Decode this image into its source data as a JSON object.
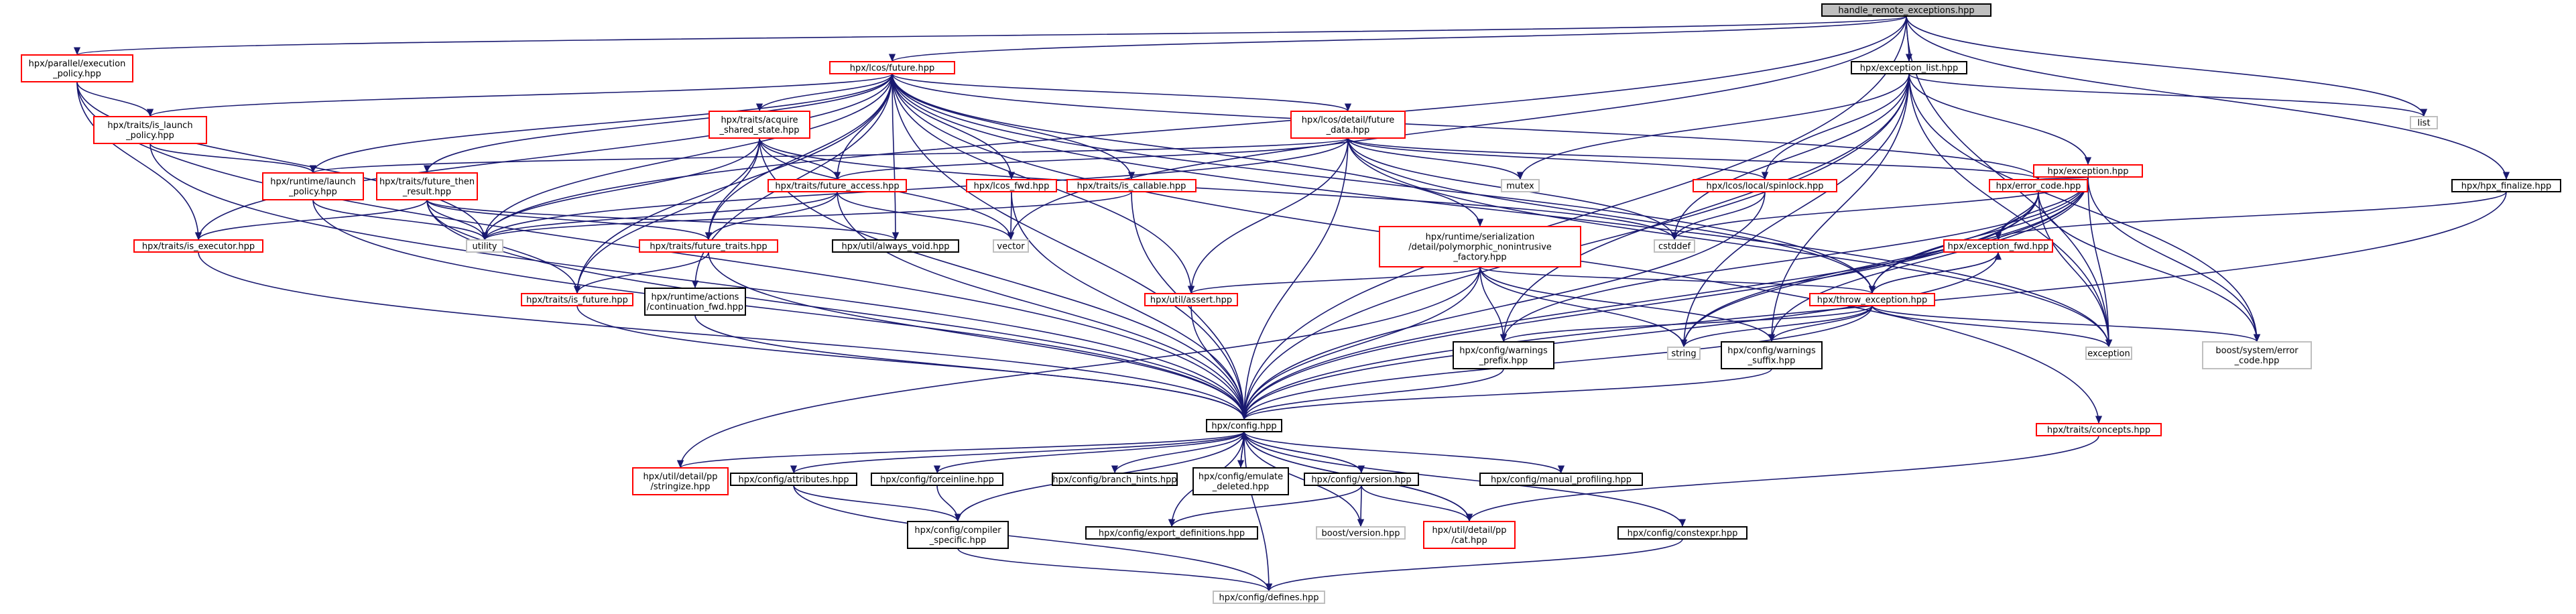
{
  "nodes": [
    {
      "id": "root",
      "lines": [
        "handle_remote_exceptions.hpp"
      ],
      "style": "root"
    },
    {
      "id": "exec_policy",
      "lines": [
        "hpx/parallel/execution",
        "_policy.hpp"
      ],
      "style": "red"
    },
    {
      "id": "future",
      "lines": [
        "hpx/lcos/future.hpp"
      ],
      "style": "red"
    },
    {
      "id": "exception_list",
      "lines": [
        "hpx/exception_list.hpp"
      ],
      "style": "black"
    },
    {
      "id": "list",
      "lines": [
        "list"
      ],
      "style": "grey"
    },
    {
      "id": "is_launch",
      "lines": [
        "hpx/traits/is_launch",
        "_policy.hpp"
      ],
      "style": "red"
    },
    {
      "id": "acquire",
      "lines": [
        "hpx/traits/acquire",
        "_shared_state.hpp"
      ],
      "style": "red"
    },
    {
      "id": "future_data",
      "lines": [
        "hpx/lcos/detail/future",
        "_data.hpp"
      ],
      "style": "red"
    },
    {
      "id": "exception",
      "lines": [
        "hpx/exception.hpp"
      ],
      "style": "red"
    },
    {
      "id": "hpx_finalize",
      "lines": [
        "hpx/hpx_finalize.hpp"
      ],
      "style": "black"
    },
    {
      "id": "launch_policy",
      "lines": [
        "hpx/runtime/launch",
        "_policy.hpp"
      ],
      "style": "red"
    },
    {
      "id": "future_then",
      "lines": [
        "hpx/traits/future_then",
        "_result.hpp"
      ],
      "style": "red"
    },
    {
      "id": "future_access",
      "lines": [
        "hpx/traits/future_access.hpp"
      ],
      "style": "red"
    },
    {
      "id": "lcos_fwd",
      "lines": [
        "hpx/lcos_fwd.hpp"
      ],
      "style": "red"
    },
    {
      "id": "is_callable",
      "lines": [
        "hpx/traits/is_callable.hpp"
      ],
      "style": "red"
    },
    {
      "id": "mutex",
      "lines": [
        "mutex"
      ],
      "style": "grey"
    },
    {
      "id": "spinlock",
      "lines": [
        "hpx/lcos/local/spinlock.hpp"
      ],
      "style": "red"
    },
    {
      "id": "error_code",
      "lines": [
        "hpx/error_code.hpp"
      ],
      "style": "red"
    },
    {
      "id": "utility",
      "lines": [
        "utility"
      ],
      "style": "grey"
    },
    {
      "id": "is_executor",
      "lines": [
        "hpx/traits/is_executor.hpp"
      ],
      "style": "red"
    },
    {
      "id": "future_traits",
      "lines": [
        "hpx/traits/future_traits.hpp"
      ],
      "style": "red"
    },
    {
      "id": "always_void",
      "lines": [
        "hpx/util/always_void.hpp"
      ],
      "style": "black"
    },
    {
      "id": "vector",
      "lines": [
        "vector"
      ],
      "style": "grey"
    },
    {
      "id": "cstddef",
      "lines": [
        "cstddef"
      ],
      "style": "grey"
    },
    {
      "id": "polymorphic",
      "lines": [
        "hpx/runtime/serialization",
        "/detail/polymorphic_nonintrusive",
        "_factory.hpp"
      ],
      "style": "red"
    },
    {
      "id": "exception_fwd",
      "lines": [
        "hpx/exception_fwd.hpp"
      ],
      "style": "red"
    },
    {
      "id": "is_future",
      "lines": [
        "hpx/traits/is_future.hpp"
      ],
      "style": "red"
    },
    {
      "id": "continuation_fwd",
      "lines": [
        "hpx/runtime/actions",
        "/continuation_fwd.hpp"
      ],
      "style": "black"
    },
    {
      "id": "assert",
      "lines": [
        "hpx/util/assert.hpp"
      ],
      "style": "red"
    },
    {
      "id": "throw_exception",
      "lines": [
        "hpx/throw_exception.hpp"
      ],
      "style": "red"
    },
    {
      "id": "warnings_prefix",
      "lines": [
        "hpx/config/warnings",
        "_prefix.hpp"
      ],
      "style": "black"
    },
    {
      "id": "string",
      "lines": [
        "string"
      ],
      "style": "grey"
    },
    {
      "id": "warnings_suffix",
      "lines": [
        "hpx/config/warnings",
        "_suffix.hpp"
      ],
      "style": "black"
    },
    {
      "id": "std_exception",
      "lines": [
        "exception"
      ],
      "style": "grey"
    },
    {
      "id": "boost_error",
      "lines": [
        "boost/system/error",
        "_code.hpp"
      ],
      "style": "grey"
    },
    {
      "id": "config",
      "lines": [
        "hpx/config.hpp"
      ],
      "style": "black"
    },
    {
      "id": "concepts",
      "lines": [
        "hpx/traits/concepts.hpp"
      ],
      "style": "red"
    },
    {
      "id": "stringize",
      "lines": [
        "hpx/util/detail/pp",
        "/stringize.hpp"
      ],
      "style": "red"
    },
    {
      "id": "attributes",
      "lines": [
        "hpx/config/attributes.hpp"
      ],
      "style": "black"
    },
    {
      "id": "forceinline",
      "lines": [
        "hpx/config/forceinline.hpp"
      ],
      "style": "black"
    },
    {
      "id": "branch_hints",
      "lines": [
        "hpx/config/branch_hints.hpp"
      ],
      "style": "black"
    },
    {
      "id": "emulate_deleted",
      "lines": [
        "hpx/config/emulate",
        "_deleted.hpp"
      ],
      "style": "black"
    },
    {
      "id": "version",
      "lines": [
        "hpx/config/version.hpp"
      ],
      "style": "black"
    },
    {
      "id": "manual_profiling",
      "lines": [
        "hpx/config/manual_profiling.hpp"
      ],
      "style": "black"
    },
    {
      "id": "compiler_specific",
      "lines": [
        "hpx/config/compiler",
        "_specific.hpp"
      ],
      "style": "black"
    },
    {
      "id": "export_definitions",
      "lines": [
        "hpx/config/export_definitions.hpp"
      ],
      "style": "black"
    },
    {
      "id": "boost_version",
      "lines": [
        "boost/version.hpp"
      ],
      "style": "grey"
    },
    {
      "id": "cat",
      "lines": [
        "hpx/util/detail/pp",
        "/cat.hpp"
      ],
      "style": "red"
    },
    {
      "id": "constexpr",
      "lines": [
        "hpx/config/constexpr.hpp"
      ],
      "style": "black"
    },
    {
      "id": "defines",
      "lines": [
        "hpx/config/defines.hpp"
      ],
      "style": "grey"
    }
  ],
  "edges": [
    [
      "root",
      "exec_policy"
    ],
    [
      "root",
      "future"
    ],
    [
      "root",
      "exception_list"
    ],
    [
      "root",
      "list"
    ],
    [
      "root",
      "hpx_finalize"
    ],
    [
      "root",
      "std_exception"
    ],
    [
      "root",
      "config"
    ],
    [
      "root",
      "utility"
    ],
    [
      "root",
      "vector"
    ],
    [
      "exec_policy",
      "is_launch"
    ],
    [
      "exec_policy",
      "is_executor"
    ],
    [
      "exec_policy",
      "utility"
    ],
    [
      "exec_policy",
      "config"
    ],
    [
      "future",
      "is_launch"
    ],
    [
      "future",
      "acquire"
    ],
    [
      "future",
      "future_data"
    ],
    [
      "future",
      "launch_policy"
    ],
    [
      "future",
      "future_then"
    ],
    [
      "future",
      "future_access"
    ],
    [
      "future",
      "lcos_fwd"
    ],
    [
      "future",
      "is_callable"
    ],
    [
      "future",
      "error_code"
    ],
    [
      "future",
      "utility"
    ],
    [
      "future",
      "is_executor"
    ],
    [
      "future",
      "future_traits"
    ],
    [
      "future",
      "always_void"
    ],
    [
      "future",
      "polymorphic"
    ],
    [
      "future",
      "is_future"
    ],
    [
      "future",
      "continuation_fwd"
    ],
    [
      "future",
      "assert"
    ],
    [
      "future",
      "throw_exception"
    ],
    [
      "future",
      "std_exception"
    ],
    [
      "future",
      "concepts"
    ],
    [
      "future",
      "config"
    ],
    [
      "exception_list",
      "exception"
    ],
    [
      "exception_list",
      "list"
    ],
    [
      "exception_list",
      "mutex"
    ],
    [
      "exception_list",
      "spinlock"
    ],
    [
      "exception_list",
      "cstddef"
    ],
    [
      "exception_list",
      "string"
    ],
    [
      "exception_list",
      "warnings_prefix"
    ],
    [
      "exception_list",
      "warnings_suffix"
    ],
    [
      "exception_list",
      "std_exception"
    ],
    [
      "exception_list",
      "boost_error"
    ],
    [
      "exception_list",
      "config"
    ],
    [
      "is_launch",
      "launch_policy"
    ],
    [
      "is_launch",
      "config"
    ],
    [
      "acquire",
      "future_access"
    ],
    [
      "acquire",
      "future_traits"
    ],
    [
      "acquire",
      "is_future"
    ],
    [
      "acquire",
      "utility"
    ],
    [
      "acquire",
      "vector"
    ],
    [
      "acquire",
      "cstddef"
    ],
    [
      "acquire",
      "config"
    ],
    [
      "future_data",
      "launch_policy"
    ],
    [
      "future_data",
      "future_access"
    ],
    [
      "future_data",
      "mutex"
    ],
    [
      "future_data",
      "spinlock"
    ],
    [
      "future_data",
      "error_code"
    ],
    [
      "future_data",
      "utility"
    ],
    [
      "future_data",
      "cstddef"
    ],
    [
      "future_data",
      "assert"
    ],
    [
      "future_data",
      "throw_exception"
    ],
    [
      "future_data",
      "std_exception"
    ],
    [
      "future_data",
      "config"
    ],
    [
      "exception",
      "error_code"
    ],
    [
      "exception",
      "exception_fwd"
    ],
    [
      "exception",
      "throw_exception"
    ],
    [
      "exception",
      "cstddef"
    ],
    [
      "exception",
      "string"
    ],
    [
      "exception",
      "warnings_prefix"
    ],
    [
      "exception",
      "warnings_suffix"
    ],
    [
      "exception",
      "std_exception"
    ],
    [
      "exception",
      "boost_error"
    ],
    [
      "exception",
      "config"
    ],
    [
      "hpx_finalize",
      "exception_fwd"
    ],
    [
      "hpx_finalize",
      "config"
    ],
    [
      "launch_policy",
      "utility"
    ],
    [
      "launch_policy",
      "config"
    ],
    [
      "future_then",
      "utility"
    ],
    [
      "future_then",
      "is_executor"
    ],
    [
      "future_then",
      "future_traits"
    ],
    [
      "future_then",
      "always_void"
    ],
    [
      "future_then",
      "is_future"
    ],
    [
      "future_then",
      "config"
    ],
    [
      "future_access",
      "utility"
    ],
    [
      "future_access",
      "future_traits"
    ],
    [
      "future_access",
      "vector"
    ],
    [
      "future_access",
      "config"
    ],
    [
      "lcos_fwd",
      "vector"
    ],
    [
      "lcos_fwd",
      "config"
    ],
    [
      "is_callable",
      "utility"
    ],
    [
      "is_callable",
      "config"
    ],
    [
      "spinlock",
      "cstddef"
    ],
    [
      "spinlock",
      "config"
    ],
    [
      "error_code",
      "exception_fwd"
    ],
    [
      "error_code",
      "throw_exception"
    ],
    [
      "error_code",
      "string"
    ],
    [
      "error_code",
      "std_exception"
    ],
    [
      "error_code",
      "boost_error"
    ],
    [
      "error_code",
      "config"
    ],
    [
      "is_executor",
      "config"
    ],
    [
      "future_traits",
      "is_future"
    ],
    [
      "future_traits",
      "config"
    ],
    [
      "polymorphic",
      "assert"
    ],
    [
      "polymorphic",
      "throw_exception"
    ],
    [
      "polymorphic",
      "warnings_prefix"
    ],
    [
      "polymorphic",
      "string"
    ],
    [
      "polymorphic",
      "warnings_suffix"
    ],
    [
      "polymorphic",
      "stringize"
    ],
    [
      "polymorphic",
      "config"
    ],
    [
      "exception_fwd",
      "throw_exception"
    ],
    [
      "exception_fwd",
      "config"
    ],
    [
      "is_future",
      "config"
    ],
    [
      "continuation_fwd",
      "config"
    ],
    [
      "assert",
      "config"
    ],
    [
      "throw_exception",
      "exception_fwd"
    ],
    [
      "throw_exception",
      "warnings_prefix"
    ],
    [
      "throw_exception",
      "string"
    ],
    [
      "throw_exception",
      "warnings_suffix"
    ],
    [
      "throw_exception",
      "std_exception"
    ],
    [
      "throw_exception",
      "boost_error"
    ],
    [
      "throw_exception",
      "config"
    ],
    [
      "warnings_prefix",
      "config"
    ],
    [
      "warnings_suffix",
      "config"
    ],
    [
      "config",
      "stringize"
    ],
    [
      "config",
      "attributes"
    ],
    [
      "config",
      "forceinline"
    ],
    [
      "config",
      "branch_hints"
    ],
    [
      "config",
      "emulate_deleted"
    ],
    [
      "config",
      "version"
    ],
    [
      "config",
      "manual_profiling"
    ],
    [
      "config",
      "compiler_specific"
    ],
    [
      "config",
      "export_definitions"
    ],
    [
      "config",
      "cat"
    ],
    [
      "config",
      "constexpr"
    ],
    [
      "config",
      "defines"
    ],
    [
      "config",
      "boost_version"
    ],
    [
      "concepts",
      "cat"
    ],
    [
      "attributes",
      "compiler_specific"
    ],
    [
      "attributes",
      "defines"
    ],
    [
      "forceinline",
      "compiler_specific"
    ],
    [
      "emulate_deleted",
      "config"
    ],
    [
      "version",
      "export_definitions"
    ],
    [
      "version",
      "boost_version"
    ],
    [
      "version",
      "cat"
    ],
    [
      "version",
      "config"
    ],
    [
      "compiler_specific",
      "defines"
    ],
    [
      "cat",
      "config"
    ],
    [
      "constexpr",
      "defines"
    ]
  ]
}
